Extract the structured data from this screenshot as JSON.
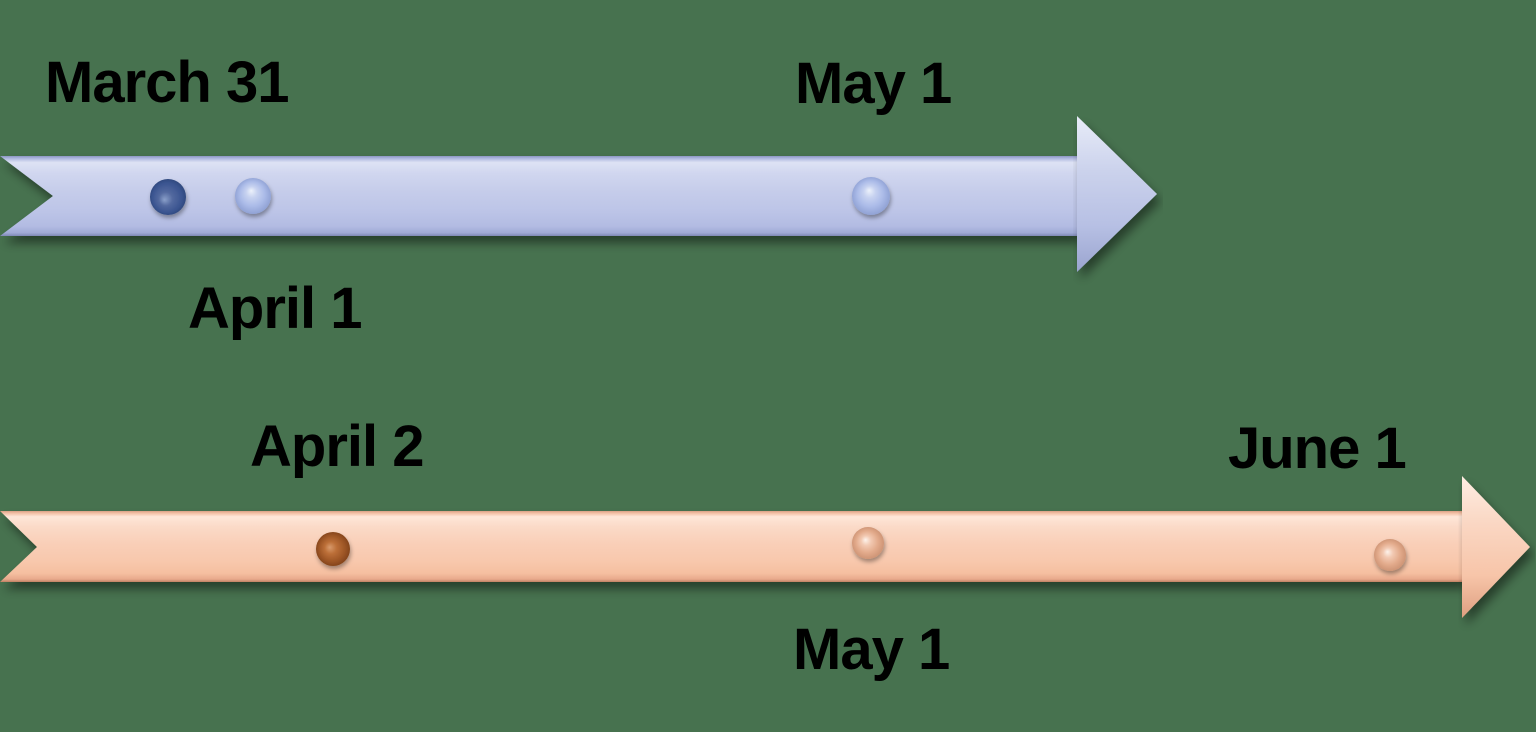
{
  "background_color": "#47724F",
  "text_color": "#000000",
  "timelines": [
    {
      "name": "upper-timeline",
      "arrow_color": "#C5CCEA",
      "arrow_edge_color": "#8C96C2",
      "direction": "right",
      "milestones": [
        {
          "label": "March 31",
          "label_position": "above",
          "dot": "dark-blue-sphere",
          "dot_color": "#3E5C96"
        },
        {
          "label": "April 1",
          "label_position": "below",
          "dot": "light-blue-sphere",
          "dot_color": "#ABBBE8"
        },
        {
          "label": "May 1",
          "label_position": "above",
          "dot": "light-blue-sphere",
          "dot_color": "#ABBBE8"
        }
      ]
    },
    {
      "name": "lower-timeline",
      "arrow_color": "#F9CFB8",
      "arrow_edge_color": "#D99F85",
      "direction": "right",
      "milestones": [
        {
          "label": "April 2",
          "label_position": "above",
          "dot": "dark-copper-sphere",
          "dot_color": "#9E5626"
        },
        {
          "label": "May 1",
          "label_position": "below",
          "dot": "light-peach-sphere",
          "dot_color": "#E3AB8C"
        },
        {
          "label": "June 1",
          "label_position": "above",
          "dot": "light-peach-sphere",
          "dot_color": "#E3AB8C"
        }
      ]
    }
  ]
}
